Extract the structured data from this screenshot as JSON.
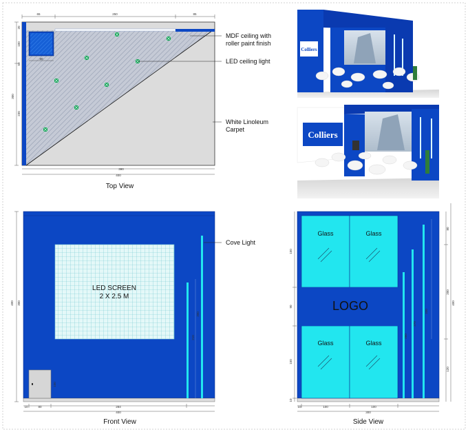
{
  "top_view": {
    "caption": "Top View",
    "callouts": {
      "ceiling_line1": "MDF ceiling with",
      "ceiling_line2": "roller paint finish",
      "led": "LED ceiling light",
      "carpet_line1": "White Linoleum",
      "carpet_line2": "Carpet"
    },
    "dims": {
      "top_a": "65",
      "top_b": "250",
      "top_c": "85",
      "bottom_inner": "390",
      "bottom_outer": "400",
      "left_total": "300",
      "left_b": "230",
      "left_a": "20",
      "left_c": "50",
      "inset_w": "80",
      "inset_h": "100"
    }
  },
  "renders": {
    "brand": "Colliers"
  },
  "front_view": {
    "caption": "Front View",
    "callout_cove": "Cove Light",
    "screen_line1": "LED SCREEN",
    "screen_line2": "2 X 2.5 M",
    "dims": {
      "bottom_a": "10",
      "bottom_b": "80",
      "bottom_c": "284",
      "bottom_total": "400",
      "left_total": "400",
      "left_a": "300",
      "door_h": "100",
      "cove_a": "210",
      "cove_b": "300"
    }
  },
  "side_view": {
    "caption": "Side View",
    "glass_label": "Glass",
    "logo": "LOGO",
    "dims": {
      "bottom_a": "10",
      "bottom_b": "100",
      "bottom_c": "100",
      "bottom_total": "300",
      "left_a": "150",
      "left_b": "90",
      "left_c": "150",
      "left_d": "10",
      "right_total": "400",
      "right_a": "80",
      "right_b": "200",
      "right_c": "120",
      "cove_a": "250",
      "cove_b": "270",
      "cove_c": "330"
    }
  },
  "colors": {
    "booth_blue": "#0c47c4",
    "deep_blue": "#0a3ab0",
    "cyan": "#22e6ef",
    "screen": "#d9f5f6",
    "floor": "#dcdcdc",
    "hatch": "#a7b0c2"
  }
}
